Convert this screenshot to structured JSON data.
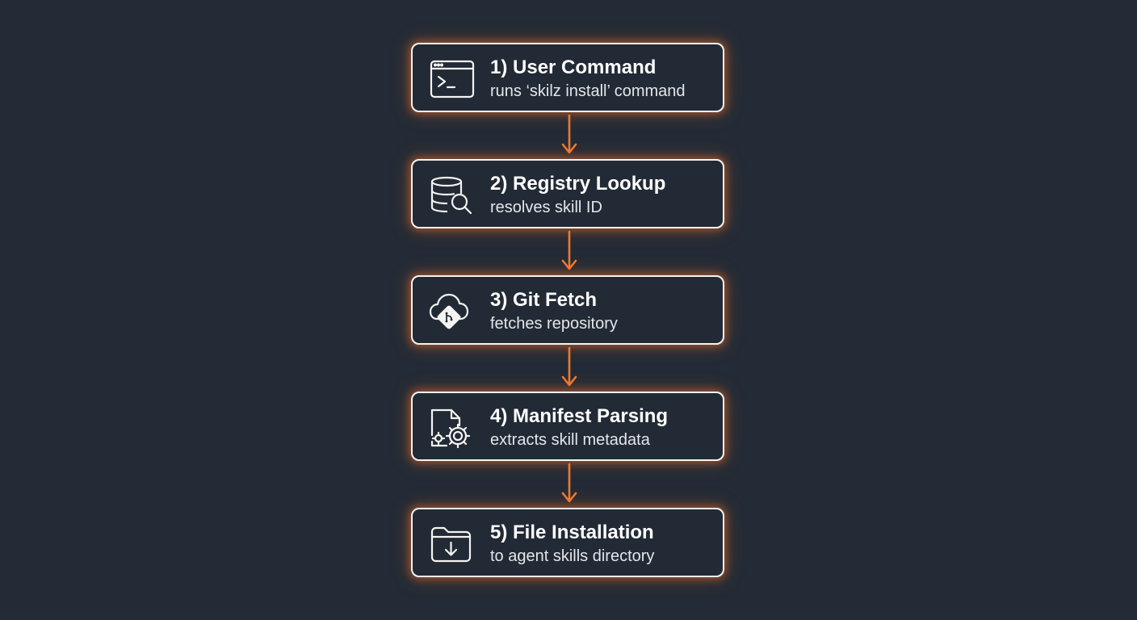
{
  "diagram": {
    "accent_color": "#f07a2e",
    "border_color": "#f4f4f2",
    "background_color": "#232b36",
    "steps": [
      {
        "title": "1) User Command",
        "desc": "runs ‘skilz install’ command",
        "icon": "terminal-icon"
      },
      {
        "title": "2) Registry Lookup",
        "desc": "resolves skill ID",
        "icon": "database-search-icon"
      },
      {
        "title": "3) Git Fetch",
        "desc": "fetches repository",
        "icon": "cloud-git-icon"
      },
      {
        "title": "4) Manifest Parsing",
        "desc": "extracts skill metadata",
        "icon": "file-gears-icon"
      },
      {
        "title": "5) File Installation",
        "desc": "to agent skills directory",
        "icon": "folder-download-icon"
      }
    ]
  }
}
